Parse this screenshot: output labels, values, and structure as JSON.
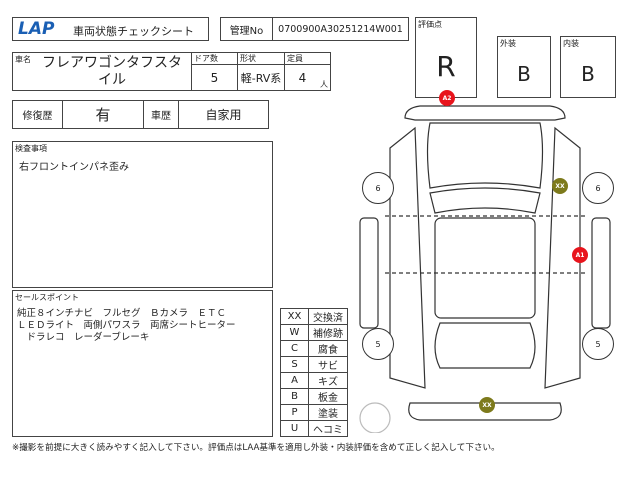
{
  "header": {
    "logo": "LAP",
    "title": "車両状態チェックシート",
    "mgmt_label": "管理No",
    "mgmt_no": "0700900A30251214W001"
  },
  "grades": {
    "score_label": "評価点",
    "score": "R",
    "exterior_label": "外装",
    "exterior": "B",
    "interior_label": "内装",
    "interior": "B"
  },
  "vehicle": {
    "name_label": "車名",
    "name": "フレアワゴンタフスタイル",
    "doors_label": "ドア数",
    "doors": "5",
    "shape_label": "形状",
    "shape": "軽-RV系",
    "capacity_label": "定員",
    "capacity": "4",
    "capacity_unit": "人"
  },
  "history": {
    "repair_label": "修復歴",
    "repair": "有",
    "usage_label": "車歴",
    "usage": "自家用"
  },
  "inspection": {
    "label": "検査事項",
    "text": "右フロントインパネ歪み"
  },
  "sales": {
    "label": "セールスポイント",
    "text": "純正８インチナビ　フルセグ　Ｂカメラ　ＥＴＣ\nＬＥＤライト　両側パワスラ　両席シートヒーター\n　ドラレコ　レーダーブレーキ"
  },
  "legend": [
    [
      "XX",
      "交換済"
    ],
    [
      "W",
      "補修跡"
    ],
    [
      "C",
      "腐食"
    ],
    [
      "S",
      "サビ"
    ],
    [
      "A",
      "キズ"
    ],
    [
      "B",
      "板金"
    ],
    [
      "P",
      "塗装"
    ],
    [
      "U",
      "ヘコミ"
    ]
  ],
  "diagram": {
    "markers": [
      "A2",
      "XX",
      "A1",
      "XX"
    ],
    "tires": [
      "6",
      "6",
      "5",
      "5"
    ],
    "colors": {
      "red": "#e8141c",
      "olive": "#7d7a1c"
    }
  },
  "footer": "※撮影を前提に大きく読みやすく記入して下さい。評価点はLAA基準を適用し外装・内装評価を含めて正しく記入して下さい。"
}
